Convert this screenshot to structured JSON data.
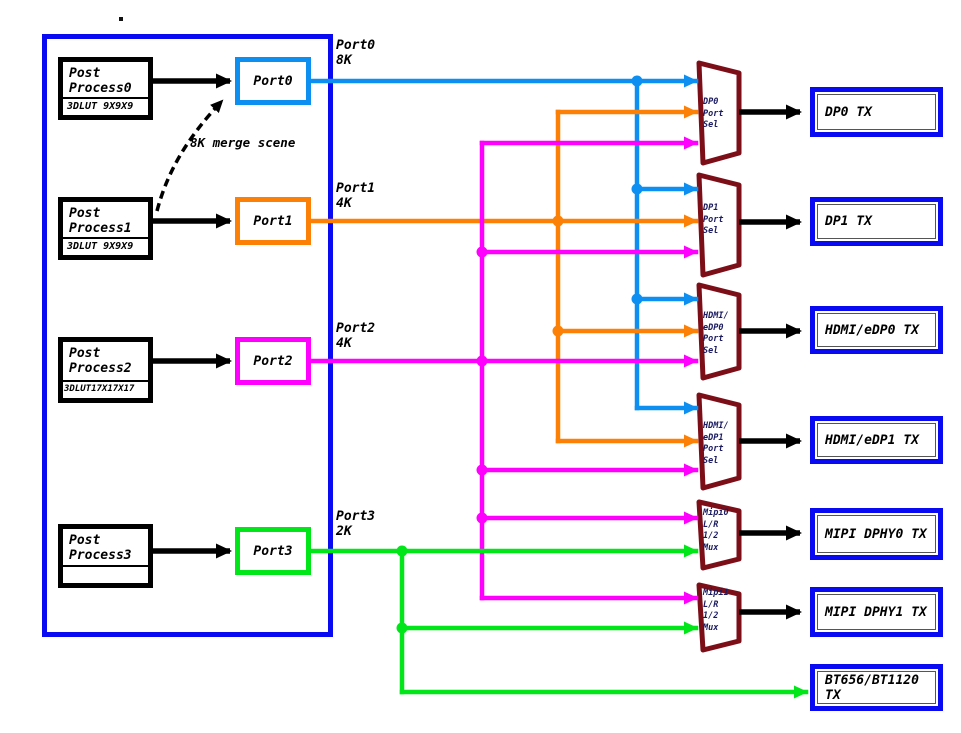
{
  "colors": {
    "outline": "#0909f2",
    "blue": "#0d8ff2",
    "orange": "#fb8005",
    "magenta": "#ff00ff",
    "green": "#00e619",
    "maroon": "#7c0e18",
    "muxtext": "#1b1b60"
  },
  "post_process": [
    {
      "name_line1": "Post",
      "name_line2": "Process0",
      "lut": "3DLUT 9X9X9"
    },
    {
      "name_line1": "Post",
      "name_line2": "Process1",
      "lut": "3DLUT 9X9X9"
    },
    {
      "name_line1": "Post",
      "name_line2": "Process2",
      "lut": "3DLUT17X17X17"
    },
    {
      "name_line1": "Post",
      "name_line2": "Process3",
      "lut": ""
    }
  ],
  "ports": [
    {
      "label": "Port0",
      "res": "8K"
    },
    {
      "label": "Port1",
      "res": "4K"
    },
    {
      "label": "Port2",
      "res": "4K"
    },
    {
      "label": "Port3",
      "res": "2K"
    }
  ],
  "merge_note": "8K merge scene",
  "muxes": [
    {
      "l1": "DP0",
      "l2": "Port",
      "l3": "Sel",
      "l4": ""
    },
    {
      "l1": "DP1",
      "l2": "Port",
      "l3": "Sel",
      "l4": ""
    },
    {
      "l1": "HDMI/",
      "l2": "eDP0",
      "l3": "Port",
      "l4": "Sel"
    },
    {
      "l1": "HDMI/",
      "l2": "eDP1",
      "l3": "Port",
      "l4": "Sel"
    },
    {
      "l1": "Mipi0",
      "l2": "L/R",
      "l3": "1/2",
      "l4": "Mux"
    },
    {
      "l1": "Mipi1",
      "l2": "L/R",
      "l3": "1/2",
      "l4": "Mux"
    }
  ],
  "tx": [
    {
      "label": "DP0 TX",
      "label2": ""
    },
    {
      "label": "DP1 TX",
      "label2": ""
    },
    {
      "label": "HDMI/eDP0 TX",
      "label2": ""
    },
    {
      "label": "HDMI/eDP1 TX",
      "label2": ""
    },
    {
      "label": "MIPI DPHY0 TX",
      "label2": ""
    },
    {
      "label": "MIPI DPHY1 TX",
      "label2": ""
    },
    {
      "label": "BT656/BT1120",
      "label2": "TX"
    }
  ]
}
